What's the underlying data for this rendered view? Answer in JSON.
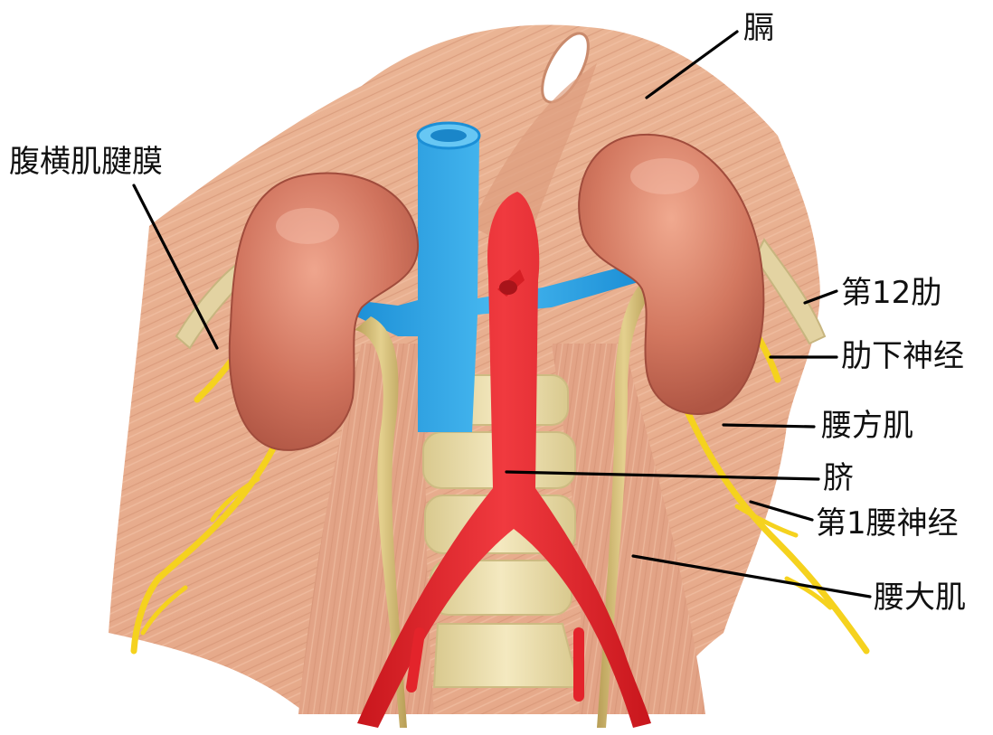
{
  "labels": {
    "diaphragm": "膈",
    "transversus_aponeurosis": "腹横肌腱膜",
    "rib12": "第12肋",
    "subcostal_nerve": "肋下神经",
    "quadratus_lumborum": "腰方肌",
    "navel": "脐",
    "l1_nerve": "第1腰神经",
    "psoas_major": "腰大肌"
  },
  "colors": {
    "muscle": "#e9ad8c",
    "muscle_dark": "#c97f62",
    "kidney": "#c96a57",
    "kidney_light": "#e89b84",
    "vein": "#2fa6e8",
    "artery": "#e3242b",
    "ureter": "#d8c27a",
    "bone": "#efe2b0",
    "nerve": "#f5d21e"
  }
}
